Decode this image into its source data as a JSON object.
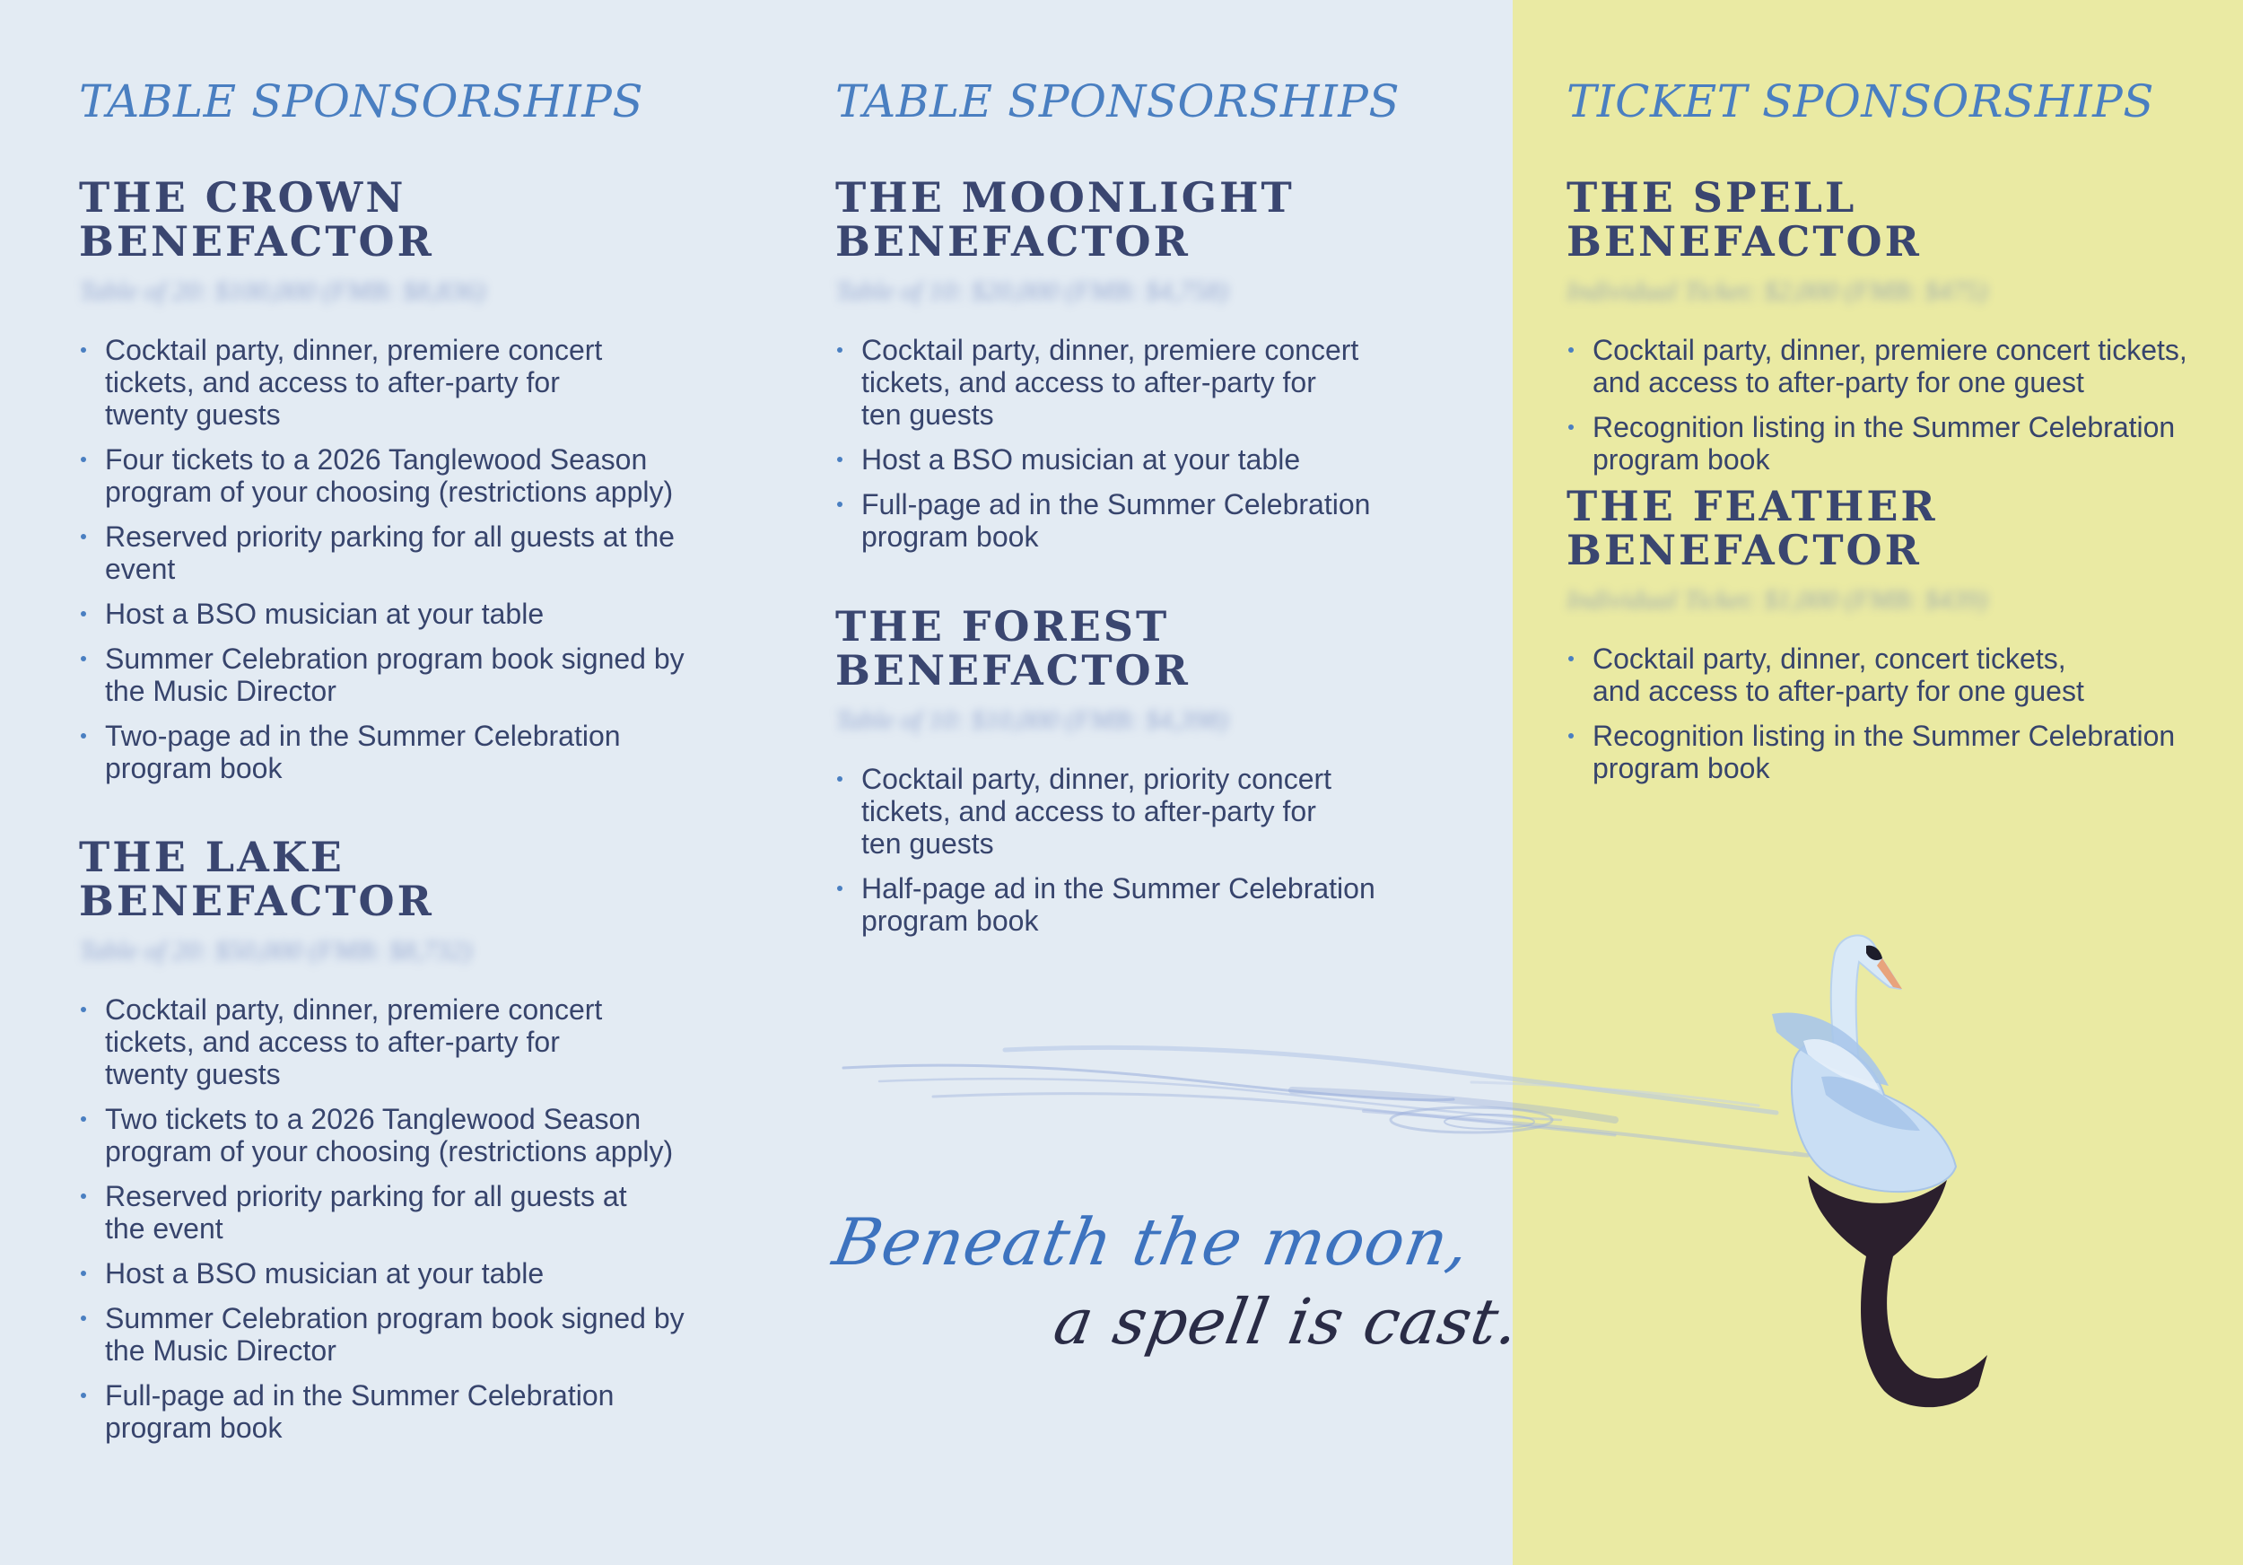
{
  "columns": [
    {
      "heading": "TABLE SPONSORSHIPS",
      "tiers": [
        {
          "name_lines": [
            "THE CROWN",
            "BENEFACTOR"
          ],
          "price": "Table of 20: $100,000 (FMB: $8,836)",
          "benefits": [
            "Cocktail party, dinner, premiere concert\ntickets, and access to after-party for\ntwenty guests",
            "Four tickets to a 2026 Tanglewood Season\nprogram of your choosing (restrictions apply)",
            "Reserved priority parking for all guests at the\nevent",
            "Host a BSO musician at your table",
            "Summer Celebration program book signed by\nthe Music Director",
            "Two-page ad in the Summer Celebration\nprogram book"
          ]
        },
        {
          "name_lines": [
            "THE LAKE",
            "BENEFACTOR"
          ],
          "price": "Table of 20: $50,000 (FMB: $8,732)",
          "benefits": [
            "Cocktail party, dinner, premiere concert\ntickets, and access to after-party for\ntwenty guests",
            "Two tickets to a 2026 Tanglewood Season\nprogram of your choosing (restrictions apply)",
            "Reserved priority parking for all guests at\nthe event",
            "Host a BSO musician at your table",
            "Summer Celebration program book signed by\nthe Music Director",
            "Full-page ad in the Summer Celebration\nprogram book"
          ]
        }
      ]
    },
    {
      "heading": "TABLE SPONSORSHIPS",
      "tiers": [
        {
          "name_lines": [
            "THE MOONLIGHT",
            "BENEFACTOR"
          ],
          "price": "Table of 10: $20,000 (FMB: $4,758)",
          "benefits": [
            "Cocktail party, dinner, premiere concert\ntickets, and access to after-party for\nten guests",
            "Host a BSO musician at your table",
            "Full-page ad in the Summer Celebration\nprogram book"
          ]
        },
        {
          "name_lines": [
            "THE FOREST",
            "BENEFACTOR"
          ],
          "price": "Table of 10: $10,000 (FMB: $4,398)",
          "benefits": [
            "Cocktail party, dinner, priority concert\ntickets, and access to after-party for\nten guests",
            "Half-page ad in the Summer Celebration\nprogram book"
          ]
        }
      ]
    },
    {
      "heading": "TICKET SPONSORSHIPS",
      "tiers": [
        {
          "name_lines": [
            "THE SPELL BENEFACTOR"
          ],
          "price": "Individual Ticket: $2,000 (FMB: $475)",
          "benefits": [
            "Cocktail party, dinner, premiere concert tickets,\nand access to after-party for one guest",
            "Recognition listing in the Summer Celebration\nprogram book"
          ]
        },
        {
          "name_lines": [
            "THE FEATHER",
            "BENEFACTOR"
          ],
          "price": "Individual Ticket: $1,000 (FMB: $439)",
          "benefits": [
            "Cocktail party, dinner, concert tickets,\nand access to after-party for one guest",
            "Recognition listing in the Summer Celebration\nprogram book"
          ]
        }
      ]
    }
  ],
  "tagline": {
    "line1": "Beneath the moon,",
    "line2": "a spell is cast."
  },
  "colors": {
    "panel_left": "#e3ebf3",
    "panel_right": "#eaeaa3",
    "heading_blue": "#4a7fc1",
    "navy_text": "#37446c"
  }
}
